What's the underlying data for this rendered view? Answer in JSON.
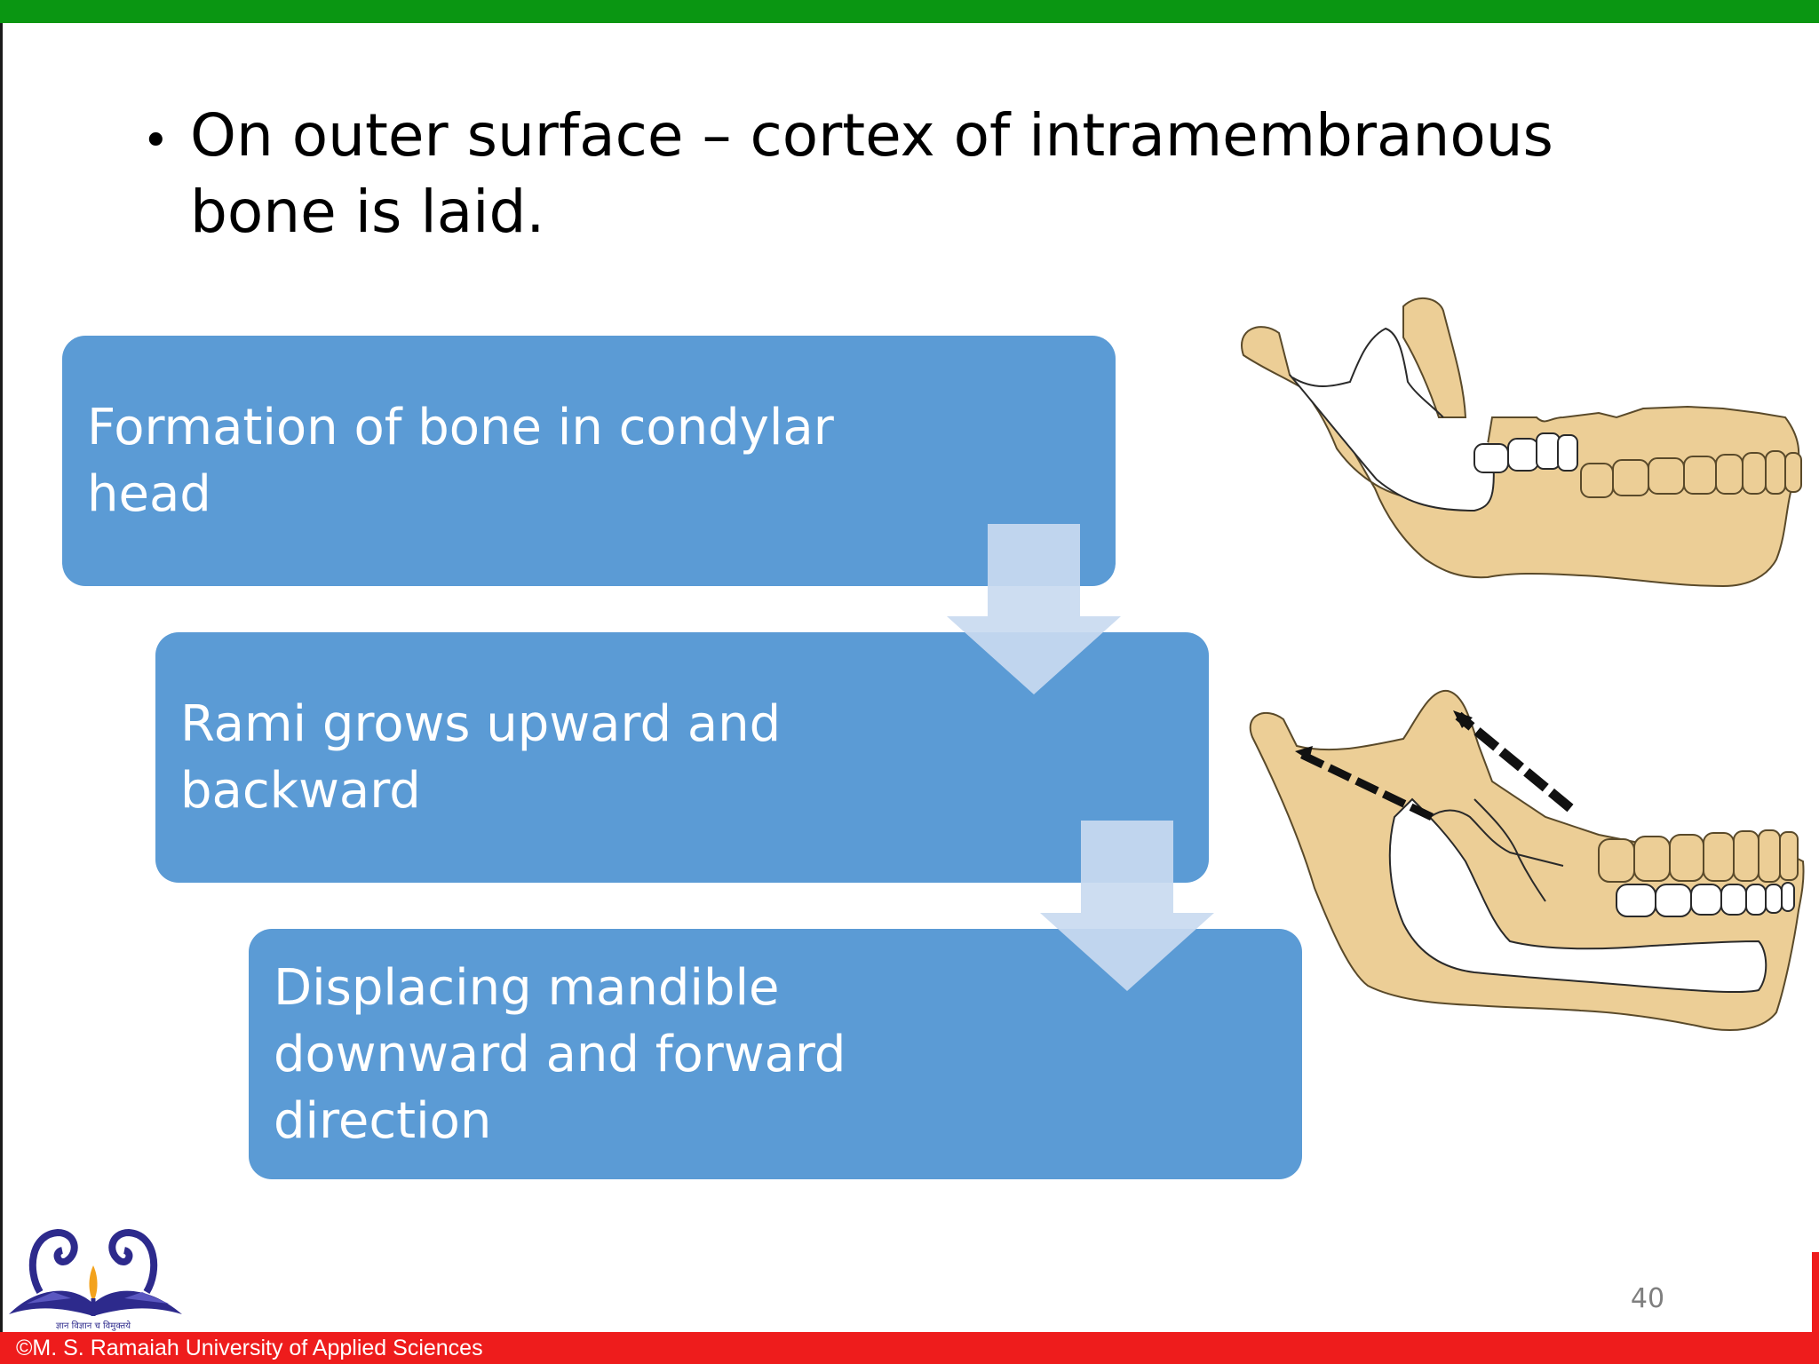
{
  "slide": {
    "bullet_marker": "•",
    "bullet_text": "On outer surface – cortex of intramembranous\nbone is laid.",
    "page_number": "40"
  },
  "flow": {
    "steps": [
      "Formation of bone in condylar\nhead",
      "Rami grows upward and\nbackward",
      "Displacing mandible\ndownward and forward\ndirection"
    ]
  },
  "footer": {
    "copyright": "©M. S. Ramaiah University of Applied Sciences"
  },
  "logo": {
    "motto": "ज्ञान विज्ञान च विमुक्तये"
  },
  "colors": {
    "top_bar": "#0a9612",
    "bottom_bar": "#ee1c1c",
    "box_fill": "#5b9bd5",
    "arrow_fill": "#c9daf0",
    "bone_fill": "#ecce96",
    "logo_blue": "#2d2a8c"
  },
  "icons": [
    "down-arrow-icon",
    "mandible-illustration",
    "swan-logo-icon"
  ]
}
